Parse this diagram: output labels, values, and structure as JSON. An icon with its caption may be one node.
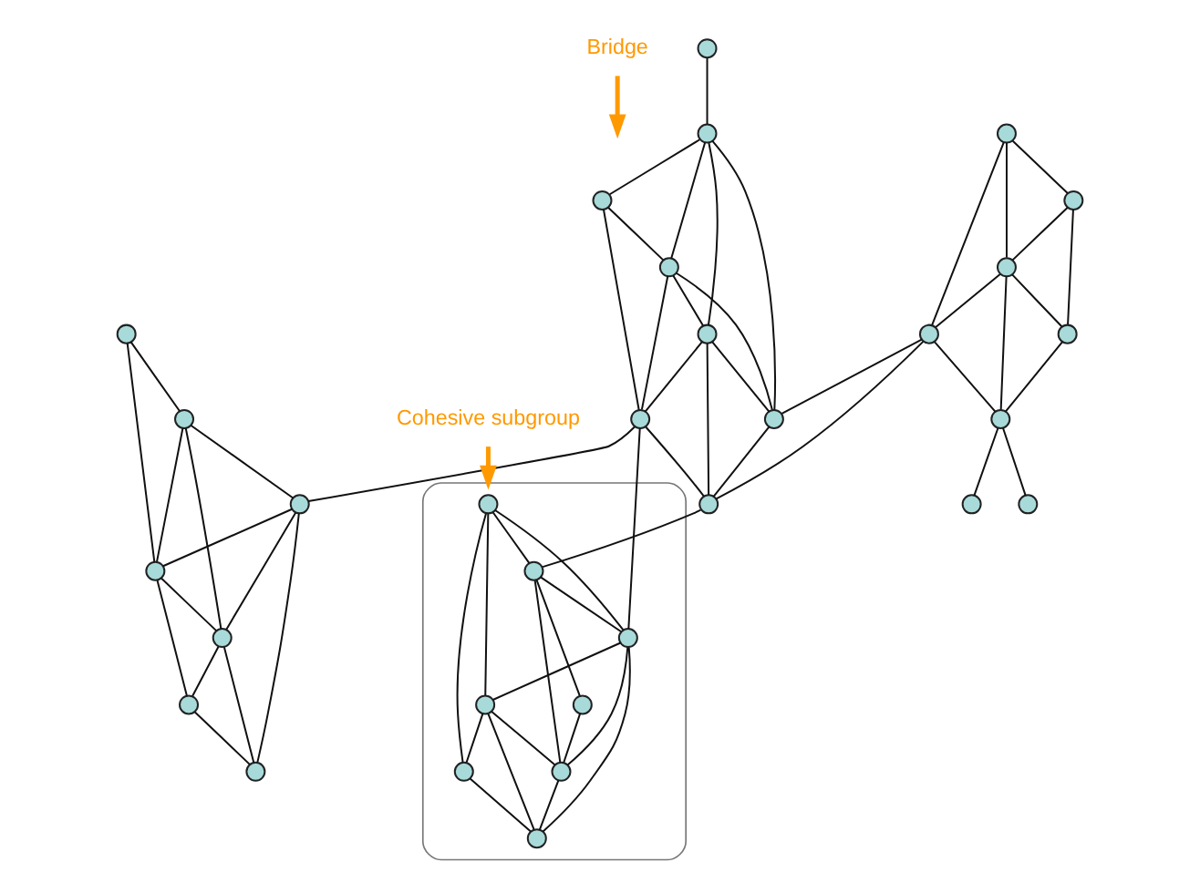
{
  "diagram": {
    "nodes": [
      {
        "text": [
          "Bridge"
        ]
      },
      {
        "text": [],
        "shape": "circle"
      },
      {
        "text": [],
        "shape": "circle"
      },
      {
        "text": [],
        "shape": "circle"
      },
      {
        "text": [],
        "shape": "circle"
      },
      {
        "text": [],
        "shape": "circle"
      },
      {
        "text": [],
        "shape": "circle"
      },
      {
        "text": [],
        "shape": "circle"
      },
      {
        "text": [],
        "shape": "circle"
      },
      {
        "text": [],
        "shape": "circle"
      },
      {
        "text": [],
        "shape": "circle"
      },
      {
        "text": [],
        "shape": "circle"
      },
      {
        "text": [],
        "shape": "circle"
      },
      {
        "text": [],
        "shape": "circle"
      },
      {
        "text": [],
        "shape": "circle"
      },
      {
        "text": [],
        "shape": "circle"
      },
      {
        "text": [],
        "shape": "circle"
      },
      {
        "text": [],
        "shape": "circle"
      },
      {
        "text": [],
        "shape": "circle"
      },
      {
        "text": [],
        "shape": "circle"
      },
      {
        "text": [],
        "shape": "ellipse"
      },
      {
        "text": [],
        "shape": "circle",
        "in": 20
      },
      {
        "text": [],
        "shape": "circle",
        "in": 20
      },
      {
        "text": [],
        "shape": "circle",
        "in": 20
      },
      {
        "text": [],
        "shape": "circle",
        "in": 20
      },
      {
        "text": [],
        "shape": "circle",
        "in": 20
      },
      {
        "text": [],
        "shape": "circle",
        "in": 20
      },
      {
        "text": [],
        "shape": "circle",
        "in": 20
      },
      {
        "text": [],
        "shape": "circle",
        "in": 20
      },
      {
        "text": [],
        "shape": "circle"
      },
      {
        "text": [],
        "shape": "circle"
      },
      {
        "text": [],
        "shape": "circle"
      },
      {
        "text": [],
        "shape": "circle"
      },
      {
        "text": [
          "Cohesive subgroup"
        ]
      }
    ],
    "edges": [
      {
        "from": 12,
        "to": 17,
        "arrow": "none"
      },
      {
        "from": 12,
        "to": 19,
        "arrow": "none"
      },
      {
        "from": 12,
        "to": 18,
        "arrow": "none"
      },
      {
        "from": 17,
        "to": 19,
        "arrow": "none"
      },
      {
        "from": 17,
        "to": 29,
        "arrow": "none"
      },
      {
        "from": 19,
        "to": 18,
        "arrow": "none"
      },
      {
        "from": 19,
        "to": 29,
        "arrow": "none"
      },
      {
        "from": 19,
        "to": 30,
        "arrow": "none"
      },
      {
        "from": 18,
        "to": 30,
        "arrow": "none"
      },
      {
        "from": 29,
        "to": 30,
        "arrow": "none"
      },
      {
        "from": 30,
        "to": 32,
        "arrow": "none"
      },
      {
        "from": 30,
        "to": 31,
        "arrow": "none"
      },
      {
        "from": 18,
        "to": 15,
        "arrow": "none"
      },
      {
        "from": 18,
        "to": 16,
        "arrow": "none"
      },
      {
        "from": 4,
        "to": 7,
        "arrow": "none"
      },
      {
        "from": 7,
        "to": 3,
        "arrow": "none"
      },
      {
        "from": 3,
        "to": 9,
        "arrow": "none"
      },
      {
        "from": 3,
        "to": 11,
        "arrow": "none"
      },
      {
        "from": 7,
        "to": 9,
        "arrow": "none"
      },
      {
        "from": 7,
        "to": 13,
        "arrow": "none"
      },
      {
        "from": 7,
        "to": 15,
        "arrow": "none"
      },
      {
        "from": 9,
        "to": 11,
        "arrow": "none"
      },
      {
        "from": 9,
        "to": 15,
        "arrow": "none"
      },
      {
        "from": 9,
        "to": 13,
        "arrow": "none"
      },
      {
        "from": 13,
        "to": 11,
        "arrow": "none"
      },
      {
        "from": 13,
        "to": 15,
        "arrow": "none"
      },
      {
        "from": 15,
        "to": 16,
        "arrow": "none"
      },
      {
        "from": 11,
        "to": 16,
        "arrow": "none"
      },
      {
        "from": 13,
        "to": 16,
        "arrow": "none"
      },
      {
        "from": 11,
        "to": 10,
        "arrow": "none"
      },
      {
        "from": 16,
        "to": 22,
        "arrow": "none"
      },
      {
        "from": 11,
        "to": 23,
        "arrow": "none"
      },
      {
        "from": 1,
        "to": 5,
        "arrow": "none"
      },
      {
        "from": 1,
        "to": 2,
        "arrow": "none"
      },
      {
        "from": 5,
        "to": 2,
        "arrow": "none"
      },
      {
        "from": 5,
        "to": 10,
        "arrow": "none"
      },
      {
        "from": 5,
        "to": 8,
        "arrow": "none"
      },
      {
        "from": 10,
        "to": 2,
        "arrow": "none"
      },
      {
        "from": 10,
        "to": 8,
        "arrow": "none"
      },
      {
        "from": 10,
        "to": 14,
        "arrow": "none"
      },
      {
        "from": 2,
        "to": 8,
        "arrow": "none"
      },
      {
        "from": 2,
        "to": 6,
        "arrow": "none"
      },
      {
        "from": 8,
        "to": 6,
        "arrow": "none"
      },
      {
        "from": 8,
        "to": 14,
        "arrow": "none"
      },
      {
        "from": 6,
        "to": 14,
        "arrow": "none"
      },
      {
        "from": 21,
        "to": 22,
        "arrow": "none"
      },
      {
        "from": 21,
        "to": 23,
        "arrow": "none"
      },
      {
        "from": 21,
        "to": 24,
        "arrow": "none"
      },
      {
        "from": 21,
        "to": 25,
        "arrow": "none"
      },
      {
        "from": 22,
        "to": 23,
        "arrow": "none"
      },
      {
        "from": 22,
        "to": 26,
        "arrow": "none"
      },
      {
        "from": 22,
        "to": 27,
        "arrow": "none"
      },
      {
        "from": 23,
        "to": 24,
        "arrow": "none"
      },
      {
        "from": 23,
        "to": 27,
        "arrow": "none"
      },
      {
        "from": 23,
        "to": 28,
        "arrow": "none"
      },
      {
        "from": 24,
        "to": 25,
        "arrow": "none"
      },
      {
        "from": 24,
        "to": 27,
        "arrow": "none"
      },
      {
        "from": 24,
        "to": 28,
        "arrow": "none"
      },
      {
        "from": 25,
        "to": 28,
        "arrow": "none"
      },
      {
        "from": 26,
        "to": 27,
        "arrow": "none"
      },
      {
        "from": 27,
        "to": 28,
        "arrow": "none"
      },
      {
        "from": 0,
        "to": null,
        "arrow": "to",
        "style": "thick",
        "color": "#ff9900"
      },
      {
        "from": 33,
        "to": 20,
        "arrow": "to",
        "style": "thick",
        "color": "#ff9900"
      }
    ]
  }
}
